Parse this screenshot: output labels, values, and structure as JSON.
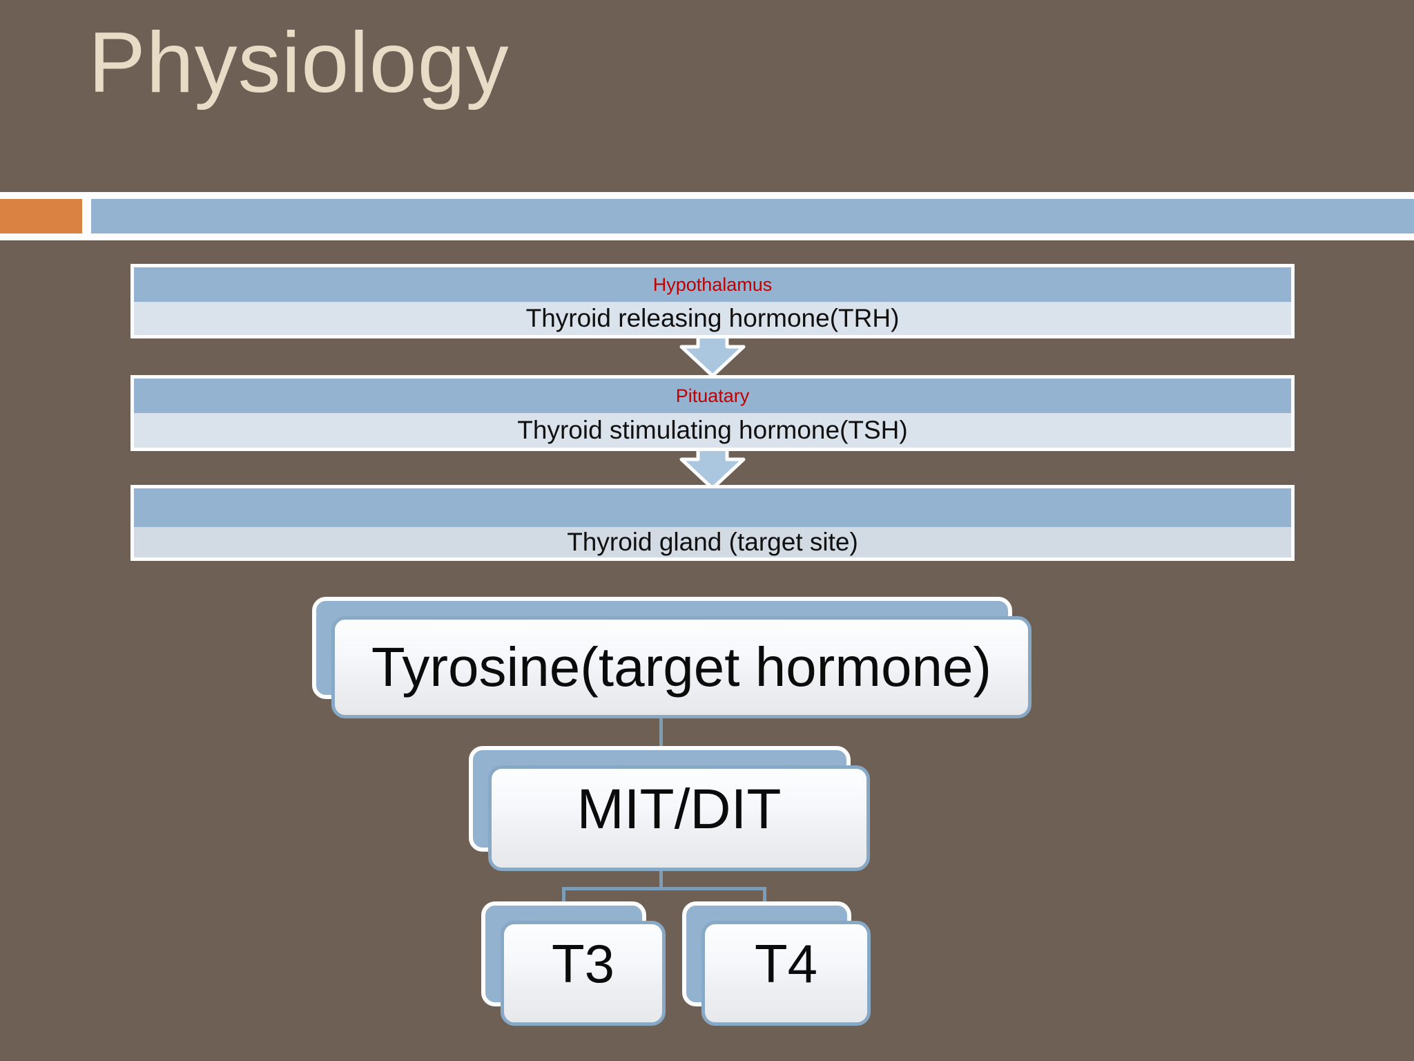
{
  "slide": {
    "title": "Physiology",
    "flow": [
      {
        "label": "Hypothalamus",
        "sublabel": "Thyroid releasing hormone(TRH)"
      },
      {
        "label": "Pituatary",
        "sublabel": "Thyroid stimulating hormone(TSH)"
      },
      {
        "label": "",
        "sublabel": "Thyroid gland (target site)"
      }
    ],
    "nodes": {
      "root": "Tyrosine(target hormone)",
      "middle": "MIT/DIT",
      "leaf_left": "T3",
      "leaf_right": "T4"
    },
    "colors": {
      "background": "#6f6055",
      "title_text": "#e8dcc6",
      "accent_orange": "#d98242",
      "accent_blue": "#94b3d1",
      "bar_header_blue": "#94b3d1",
      "bar_body_light": "#dae2ec",
      "bar_body_light_3": "#d2dae3",
      "bar_label_red": "#c00000",
      "node_back_blue": "#92b2d0",
      "node_border_blue": "#87a9c5",
      "connector": "#7d9cb6",
      "arrow_fill": "#aac7df",
      "border_white": "#fdfdfd"
    }
  }
}
